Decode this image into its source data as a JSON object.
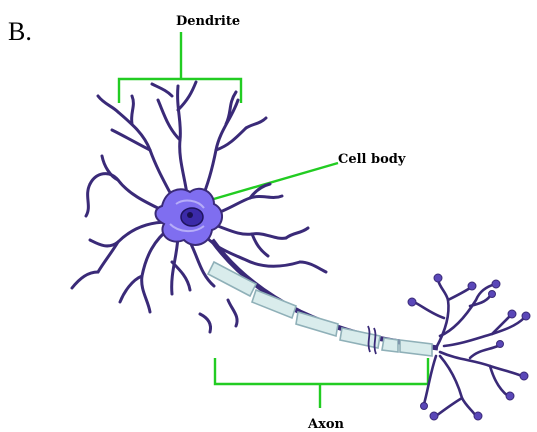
{
  "figure": {
    "panel_label": "B.",
    "labels": {
      "dendrite": "Dendrite",
      "cell_body": "Cell body",
      "axon": "Axon"
    }
  },
  "colors": {
    "label_line": "#22cc22",
    "dendrite_stroke": "#3a2a78",
    "soma_fill": "#7f6ef0",
    "nucleus_fill": "#3b2aa8",
    "myelin_fill": "#d9ecec",
    "myelin_edge": "#8fb0b8",
    "terminal_fill": "#5a47b8"
  }
}
